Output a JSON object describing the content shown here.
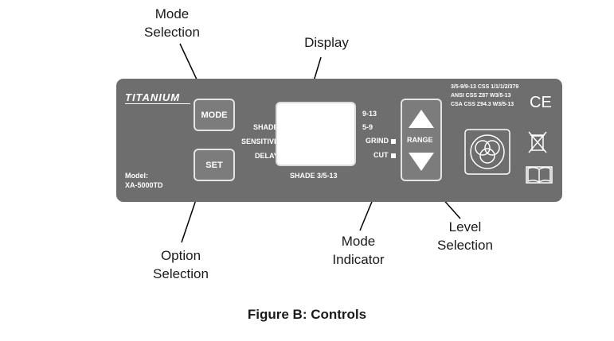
{
  "callouts": {
    "mode_selection": [
      "Mode",
      "Selection"
    ],
    "display": "Display",
    "option_selection": [
      "Option",
      "Selection"
    ],
    "mode_indicator": [
      "Mode",
      "Indicator"
    ],
    "level_selection": [
      "Level",
      "Selection"
    ]
  },
  "caption": "Figure B:  Controls",
  "panel": {
    "brand": "TITANIUM",
    "mode_button": "MODE",
    "set_button": "SET",
    "model_label": "Model:",
    "model_number": "XA-5000TD",
    "left_labels": [
      "SHADE",
      "SENSITIVITY",
      "DELAY"
    ],
    "shade_range": "SHADE 3/5-13",
    "right_labels": [
      "9-13",
      "5-9",
      "GRIND",
      "CUT"
    ],
    "range_button": "RANGE",
    "standards": [
      "3/5-9/9-13 CSS 1/1/1/2/379",
      "ANSI CSS Z87 W3/5-13",
      "CSA CSS Z94.3 W3/5-13"
    ],
    "ce_mark": "CE",
    "icons": [
      "lens-filter-icon",
      "crossed-bin-icon",
      "manual-book-icon"
    ]
  }
}
